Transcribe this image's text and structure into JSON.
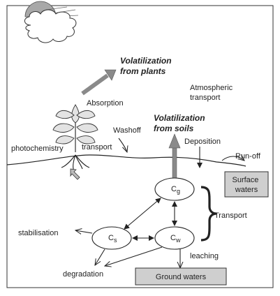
{
  "labels": {
    "volatilization_plants": [
      "Volatilization",
      "from plants"
    ],
    "volatilization_soils": [
      "Volatilization",
      "from soils"
    ],
    "absorption": "Absorption",
    "atmospheric_transport": [
      "Atmospheric",
      "transport"
    ],
    "washoff": "Washoff",
    "photochemistry": "photochemistry",
    "transport_plant": "transport",
    "deposition": "Deposition",
    "runoff": "Run-off",
    "surface_waters": [
      "Surface",
      "waters"
    ],
    "transport_bracket": "Transport",
    "stabilisation": "stabilisation",
    "leaching": "leaching",
    "degradation": "degradation",
    "ground_waters": "Ground waters",
    "cg": "C",
    "cg_sub": "g",
    "cs": "C",
    "cs_sub": "s",
    "cw": "C",
    "cw_sub": "w"
  },
  "colors": {
    "box_fill": "#cfcfcf",
    "arrow_fill": "#8a8a8a",
    "leaf_fill": "#e3e3e3",
    "sun_fill": "#a8a8a8"
  }
}
